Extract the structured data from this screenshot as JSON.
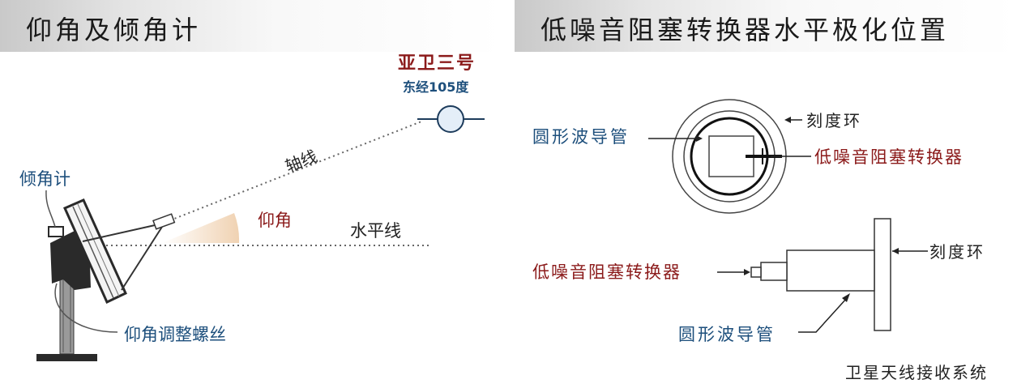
{
  "left": {
    "title": "仰角及倾角计",
    "satellite_name": "亚卫三号",
    "satellite_longitude": "东经105度",
    "axis_label": "轴线",
    "elevation_label": "仰角",
    "horizontal_label": "水平线",
    "inclinometer_label": "倾角计",
    "adjust_screw_label": "仰角调整螺丝"
  },
  "right": {
    "title": "低噪音阻塞转换器水平极化位置",
    "scale_ring_top": "刻度环",
    "waveguide_top": "圆形波导管",
    "lnb_top": "低噪音阻塞转换器",
    "lnb_bottom": "低噪音阻塞转换器",
    "scale_ring_bottom": "刻度环",
    "waveguide_bottom": "圆形波导管",
    "system_caption": "卫星天线接收系统"
  },
  "colors": {
    "dark": "#222222",
    "blue": "#1d4f7c",
    "red": "#8b1a1a",
    "elevation_fill": "#f3dcc4"
  }
}
